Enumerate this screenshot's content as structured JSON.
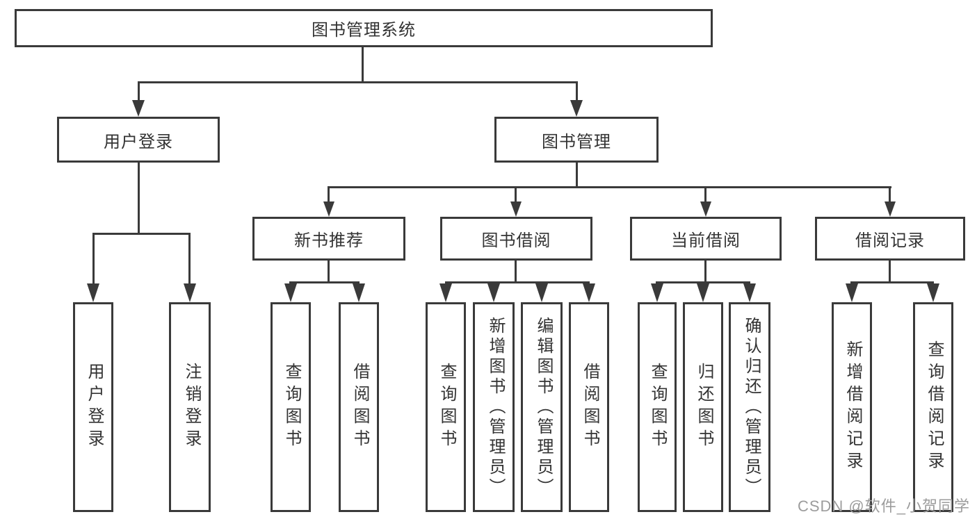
{
  "tree": {
    "label": "图书管理系统",
    "children": [
      {
        "label": "用户登录",
        "children": [
          {
            "label": "用户登录"
          },
          {
            "label": "注销登录"
          }
        ]
      },
      {
        "label": "图书管理",
        "children": [
          {
            "label": "新书推荐",
            "children": [
              {
                "label": "查询图书"
              },
              {
                "label": "借阅图书"
              }
            ]
          },
          {
            "label": "图书借阅",
            "children": [
              {
                "label": "查询图书"
              },
              {
                "label": "新增图书（管理员）"
              },
              {
                "label": "编辑图书（管理员）"
              },
              {
                "label": "借阅图书"
              }
            ]
          },
          {
            "label": "当前借阅",
            "children": [
              {
                "label": "查询图书"
              },
              {
                "label": "归还图书"
              },
              {
                "label": "确认归还（管理员）"
              }
            ]
          },
          {
            "label": "借阅记录",
            "children": [
              {
                "label": "新增借阅记录"
              },
              {
                "label": "查询借阅记录"
              }
            ]
          }
        ]
      }
    ]
  },
  "watermark": {
    "text": "CSDN @软件_小贺同学"
  },
  "colors": {
    "line": "#3a3a3a",
    "text": "#333333",
    "watermark": "#9c9c9c",
    "background": "#ffffff"
  }
}
